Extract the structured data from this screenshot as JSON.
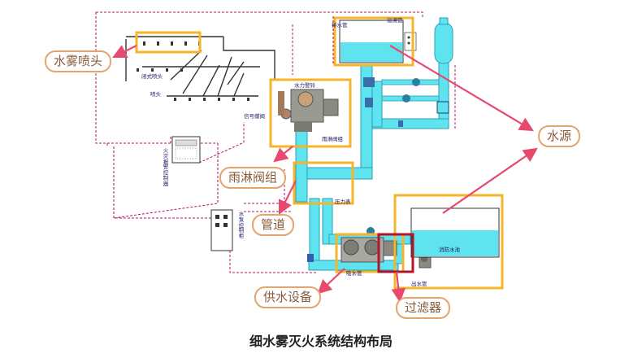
{
  "caption": "细水雾灭火系统结构布局",
  "colors": {
    "pipe": "#5fe3ee",
    "pipe_outline": "#2a9fb5",
    "highlight_frame": "#f5b429",
    "filter_frame": "#b0152c",
    "arrow": "#e8496e",
    "signal_wire": "#b0156b",
    "callout_border": "#e3a56c",
    "callout_text": "#8a5a3a"
  },
  "callouts": {
    "nozzle": "水雾喷头",
    "water_source": "水源",
    "deluge_valve_group": "雨淋阀组",
    "pipeline": "管道",
    "supply_equipment": "供水设备",
    "filter": "过滤器"
  },
  "diagram_labels": {
    "closed_sprinkler": "闭式喷头",
    "open_sprinkler": "喷头",
    "hydraulic_alarm": "水力警铃",
    "signal_valve": "信号蝶阀",
    "deluge_valve": "雨淋阀组",
    "fire_water_tank": "消防水池",
    "drain_pipe": "排水管",
    "overflow_pipe": "溢流管",
    "pressure_gauge": "压力表",
    "pump_intake": "吸水管",
    "water_outlet": "出水管",
    "fire_panel": "火灾报警控制器",
    "pump_panel": "水泵控制柜"
  }
}
